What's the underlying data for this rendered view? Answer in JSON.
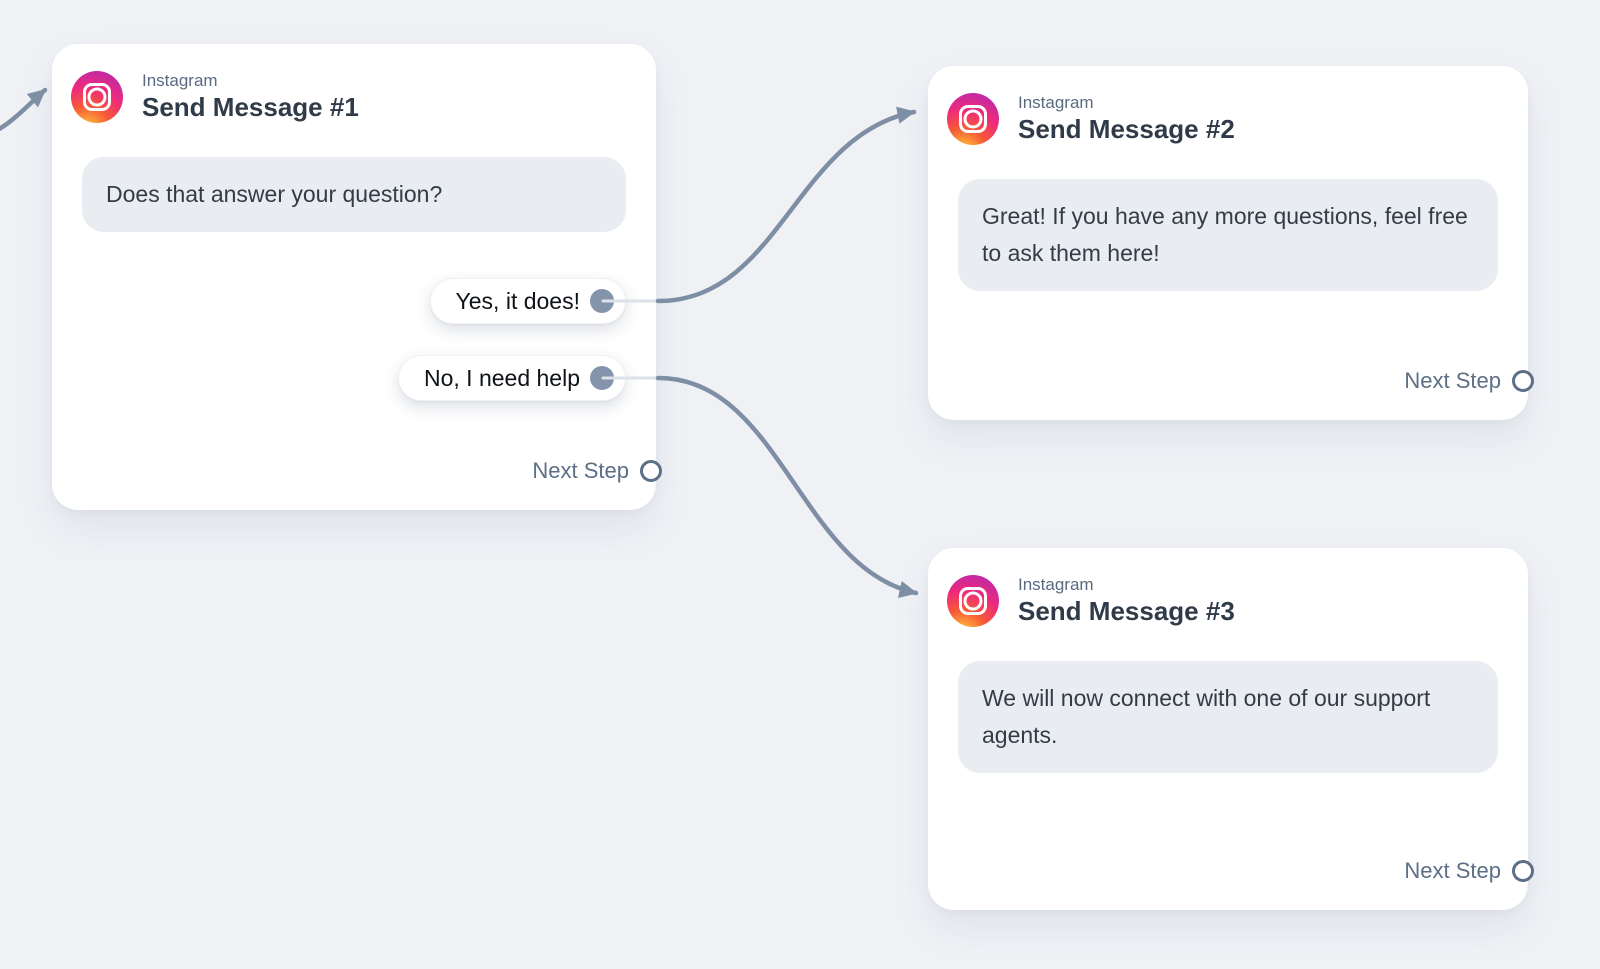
{
  "colors": {
    "background": "#eff1f5",
    "card": "#ffffff",
    "bubble": "#e9edf2",
    "bubble_text": "#333c46",
    "title_color": "#303b49",
    "channel_label": "#5a6a81",
    "pill_text": "#0f1317",
    "next_step": "#5c6f87",
    "connector": "#7e8fa5",
    "connector_faint": "#dde2ea",
    "port_dot": "#8495ab",
    "instagram_gradient": [
      "#ffd676",
      "#fca338",
      "#f65a37",
      "#ee2a7b",
      "#c32aa3",
      "#ad2bb2"
    ]
  },
  "nodes": [
    {
      "channel": "Instagram",
      "title": "Send Message #1",
      "message": "Does that answer your question?",
      "quick_replies": [
        "Yes, it does!",
        "No, I need help"
      ],
      "next_step": "Next Step"
    },
    {
      "channel": "Instagram",
      "title": "Send Message #2",
      "message": "Great! If you have any more questions, feel free to ask them here!",
      "next_step": "Next Step"
    },
    {
      "channel": "Instagram",
      "title": "Send Message #3",
      "message": "We will now connect with one of our support agents.",
      "next_step": "Next Step"
    }
  ]
}
